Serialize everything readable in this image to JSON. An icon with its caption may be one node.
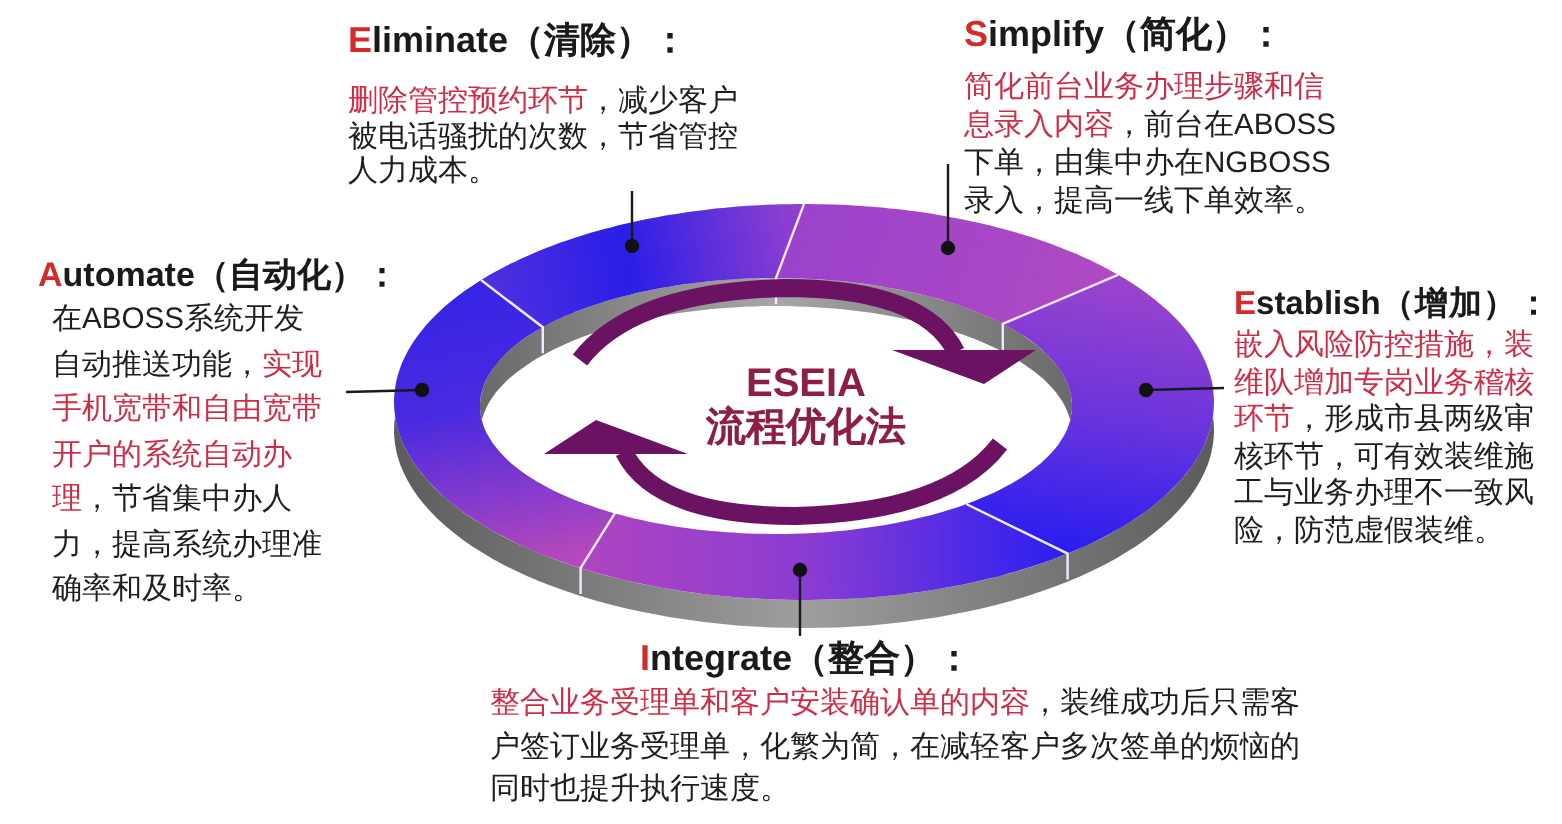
{
  "diagram": {
    "nodes": [
      {
        "text": [
          "Eliminate（清除）：",
          "删除管控预约环节",
          "，减少客户被电话骚扰的次数，节省管控人力成本。"
        ]
      },
      {
        "text": [
          "Simplify（简化）：",
          "简化前台业务办理步骤和信息录入内容",
          "，前台在ABOSS下单，由集中办在NGBOSS录入，提高一线下单效率。"
        ]
      },
      {
        "text": [
          "Automate（自动化）：",
          "在ABOSS系统开发自动推送功能，",
          "实现手机宽带和自由宽带开户的系统自动办理",
          "，节省集中办人力，提高系统办理准确率和及时率。"
        ]
      },
      {
        "text": [
          "Establish（增加）：",
          "嵌入风险防控措施，装维队增加专岗业务稽核环节",
          "，形成市县两级审核环节，可有效装维施工与业务办理不一致风险，防范虚假装维。"
        ]
      },
      {
        "text": [
          "Integrate（整合）：",
          "整合业务受理单和客户安装确认单的内容",
          "，装维成功后只需客户签订业务受理单，化繁为简，在减轻客户多次签单的烦恼的同时也提升执行速度。"
        ]
      },
      {
        "text": [],
        "shape": "arc"
      },
      {
        "text": [],
        "shape": "arc"
      },
      {
        "text": [],
        "shape": "arc"
      },
      {
        "text": [],
        "shape": "arc"
      },
      {
        "text": [],
        "shape": "arc"
      }
    ],
    "edges": [
      {
        "from": 0,
        "to": 5,
        "arrow": "other"
      },
      {
        "from": 1,
        "to": 6,
        "arrow": "other"
      },
      {
        "from": 2,
        "to": 7,
        "arrow": "other"
      },
      {
        "from": 3,
        "to": 8,
        "arrow": "other"
      },
      {
        "from": 4,
        "to": 9,
        "arrow": "other"
      }
    ],
    "labels": [
      "ESEIA 流程优化法"
    ]
  }
}
